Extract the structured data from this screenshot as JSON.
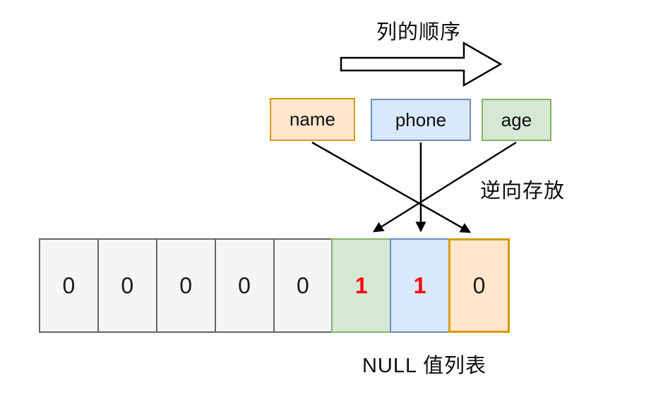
{
  "diagram": {
    "title": "列的顺序",
    "reverse_storage_label": "逆向存放",
    "bottom_label": "NULL 值列表",
    "columns": [
      {
        "label": "name",
        "fill": "#FFE6CC",
        "border": "#D79B00"
      },
      {
        "label": "phone",
        "fill": "#DAE8FC",
        "border": "#6C8EBF"
      },
      {
        "label": "age",
        "fill": "#D5E8D4",
        "border": "#82B366"
      }
    ],
    "null_list": {
      "cells": [
        {
          "value": "0",
          "fill": "#F5F5F5",
          "border": "#666666",
          "text_color": "#1a1a1a"
        },
        {
          "value": "0",
          "fill": "#F5F5F5",
          "border": "#666666",
          "text_color": "#1a1a1a"
        },
        {
          "value": "0",
          "fill": "#F5F5F5",
          "border": "#666666",
          "text_color": "#1a1a1a"
        },
        {
          "value": "0",
          "fill": "#F5F5F5",
          "border": "#666666",
          "text_color": "#1a1a1a"
        },
        {
          "value": "0",
          "fill": "#F5F5F5",
          "border": "#666666",
          "text_color": "#1a1a1a"
        },
        {
          "value": "1",
          "fill": "#D5E8D4",
          "border": "#82B366",
          "text_color": "#FF0000"
        },
        {
          "value": "1",
          "fill": "#DAE8FC",
          "border": "#6C8EBF",
          "text_color": "#FF0000"
        },
        {
          "value": "0",
          "fill": "#FFE6CC",
          "border": "#D79B00",
          "text_color": "#000000"
        }
      ]
    },
    "mappings": [
      {
        "from": "name",
        "to": "cell-8"
      },
      {
        "from": "phone",
        "to": "cell-7"
      },
      {
        "from": "age",
        "to": "cell-6"
      }
    ],
    "colors": {
      "arrow_stroke": "#000000",
      "highlight_value": "#FF0000",
      "background": "#ffffff"
    }
  }
}
